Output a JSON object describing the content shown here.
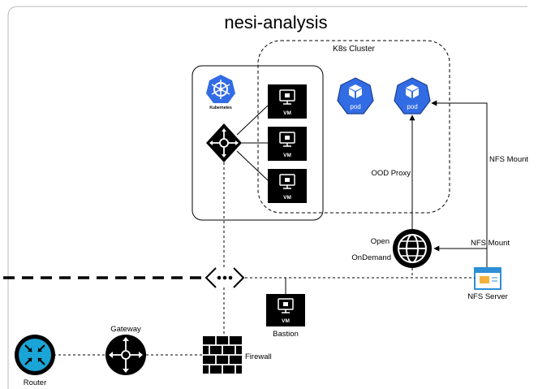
{
  "title": "nesi-analysis",
  "cluster": {
    "label": "K8s Cluster"
  },
  "kubernetes": {
    "label": "Kubernetes"
  },
  "vms": [
    {
      "label": "VM"
    },
    {
      "label": "VM"
    },
    {
      "label": "VM"
    }
  ],
  "pods": [
    {
      "label": "pod"
    },
    {
      "label": "pod"
    }
  ],
  "bastion": {
    "vm_label": "VM",
    "label": "Bastion"
  },
  "ondemand": {
    "line1": "Open",
    "line2": "OnDemand"
  },
  "nfs_server": {
    "label": "NFS Server"
  },
  "edges": {
    "ood_proxy": "OOD Proxy",
    "nfs_mount_vertical": "NFS Mount",
    "nfs_mount_horizontal": "NFS Mount"
  },
  "router": {
    "label": "Router"
  },
  "gateway": {
    "label": "Gateway"
  },
  "firewall": {
    "label": "Firewall"
  },
  "colors": {
    "kubernetes_blue": "#326CE5",
    "router_teal": "#1AA5D6",
    "node_black": "#000000",
    "nfs_blue": "#2D8FD6"
  }
}
